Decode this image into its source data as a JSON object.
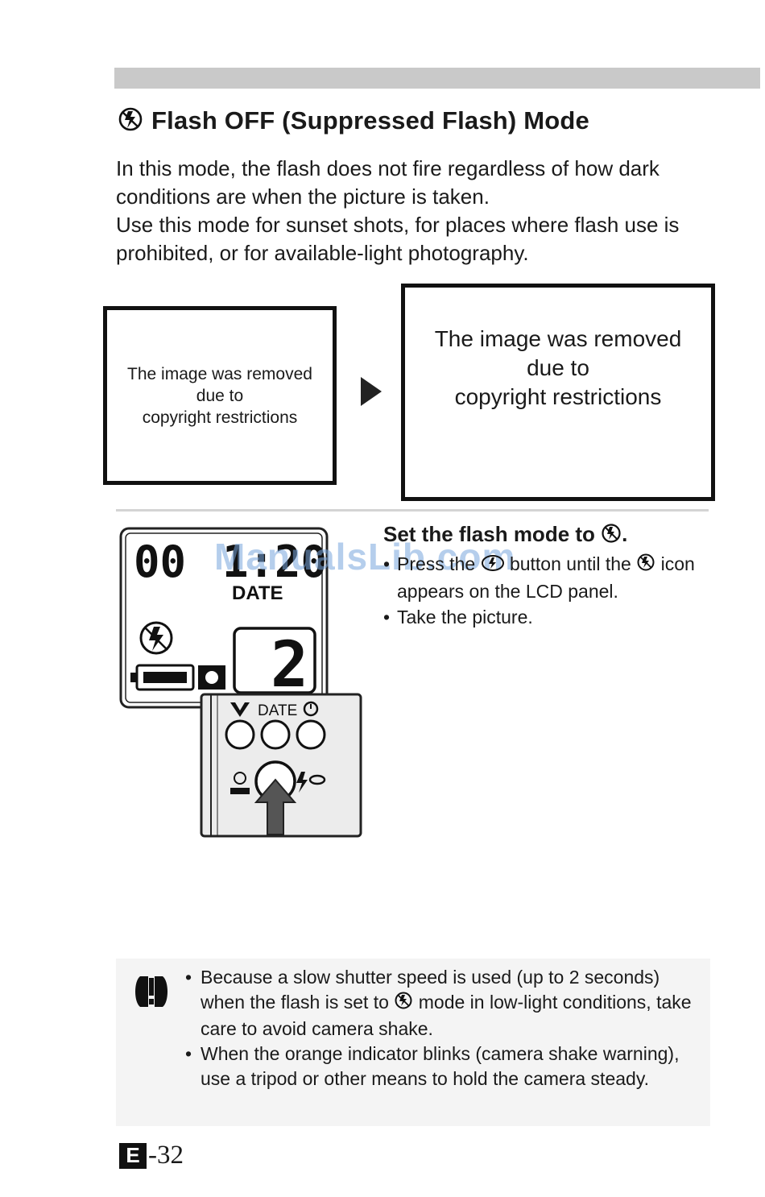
{
  "header": {
    "title": "Flash OFF (Suppressed Flash) Mode",
    "title_icon": "flash-off-icon"
  },
  "intro": {
    "line1": "In this mode, the flash does not fire regardless of how dark conditions are when the picture is taken.",
    "line2": "Use this mode for sunset shots, for places where flash use is prohibited, or for available-light photography."
  },
  "images": {
    "removed_line1": "The image was removed",
    "removed_line2": "due to",
    "removed_line3": "copyright restrictions"
  },
  "step": {
    "title": "Set the flash mode to",
    "title_suffix": ".",
    "bullet": "•",
    "item1_a": "Press the",
    "item1_b": "button until the",
    "item1_c": "icon appears on the LCD panel.",
    "item2": "Take the picture."
  },
  "lcd": {
    "digits_left": "00",
    "digits_right": "1:20",
    "date_label": "DATE",
    "counter": "2",
    "panel_date_label": "DATE"
  },
  "watermark": "ManualsLib.com",
  "notes": {
    "bullet": "•",
    "item1_a": "Because a slow shutter speed is used (up to 2 seconds) when the flash is set to",
    "item1_b": "mode in low-light conditions, take care to avoid camera shake.",
    "item2": "When the orange indicator blinks (camera shake warning), use a tripod or other means to hold the camera steady."
  },
  "footer": {
    "page_letter": "E",
    "page_number": "-32"
  }
}
